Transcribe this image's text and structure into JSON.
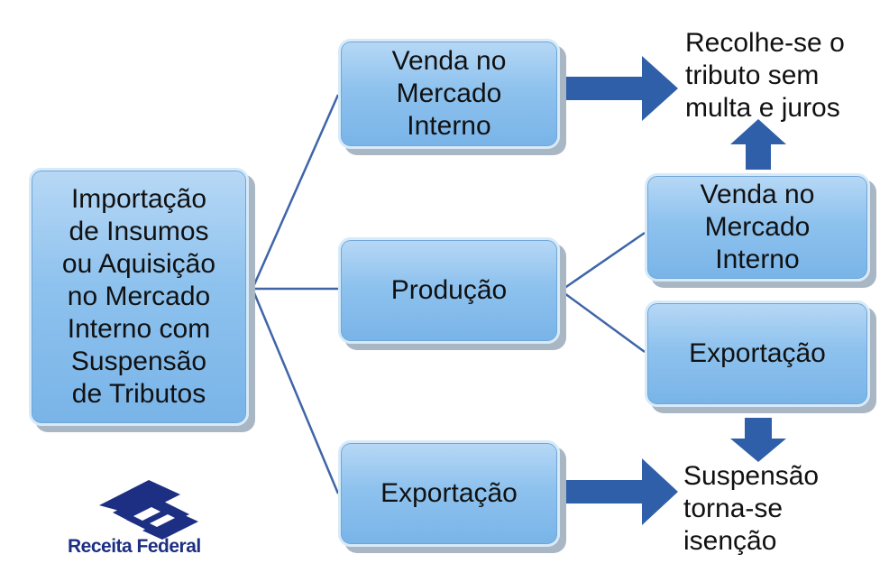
{
  "nodes": {
    "source": "Importação\nde Insumos\nou Aquisição\nno Mercado\nInterno com\nSuspensão\nde Tributos",
    "venda_top": "Venda no\nMercado\nInterno",
    "producao": "Produção",
    "exportacao_bottom": "Exportação",
    "venda_right": "Venda no\nMercado\nInterno",
    "exportacao_right": "Exportação"
  },
  "outcomes": {
    "recolhe": "Recolhe-se o\ntributo sem\nmulta e juros",
    "suspensao": "Suspensão\ntorna-se\nisenção"
  },
  "logo": {
    "text": "Receita Federal"
  },
  "colors": {
    "connector": "#3f65a8",
    "arrow": "#2f5fa8",
    "box": "#8ec2ee",
    "logo": "#1d2f83"
  }
}
